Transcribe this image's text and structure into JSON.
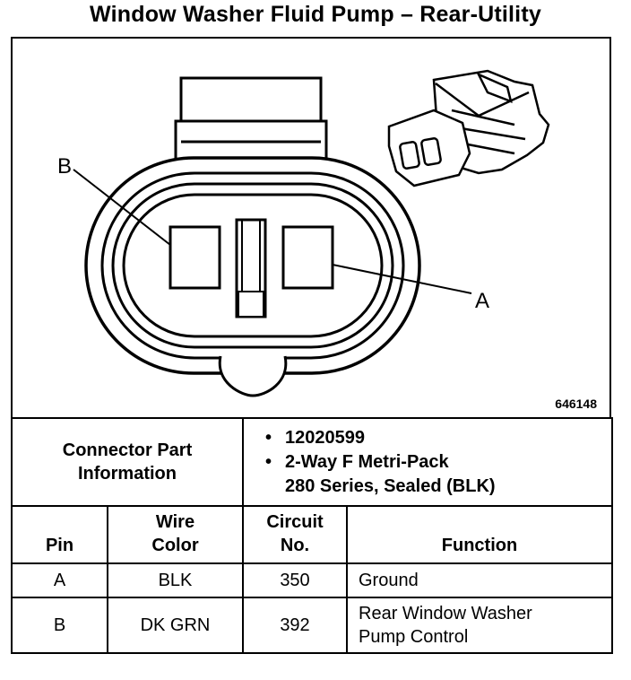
{
  "title": "Window Washer Fluid Pump – Rear-Utility",
  "diagram": {
    "label_a": "A",
    "label_b": "B",
    "figure_number": "646148"
  },
  "connector_info": {
    "label": "Connector Part\nInformation",
    "items": [
      "12020599",
      "2-Way F Metri-Pack\n280 Series, Sealed (BLK)"
    ]
  },
  "pin_table": {
    "headers": {
      "pin": "Pin",
      "wire_color": "Wire\nColor",
      "circuit": "Circuit\nNo.",
      "function": "Function"
    },
    "rows": [
      {
        "pin": "A",
        "wire_color": "BLK",
        "circuit": "350",
        "function": "Ground"
      },
      {
        "pin": "B",
        "wire_color": "DK GRN",
        "circuit": "392",
        "function": "Rear Window Washer\nPump Control"
      }
    ]
  }
}
